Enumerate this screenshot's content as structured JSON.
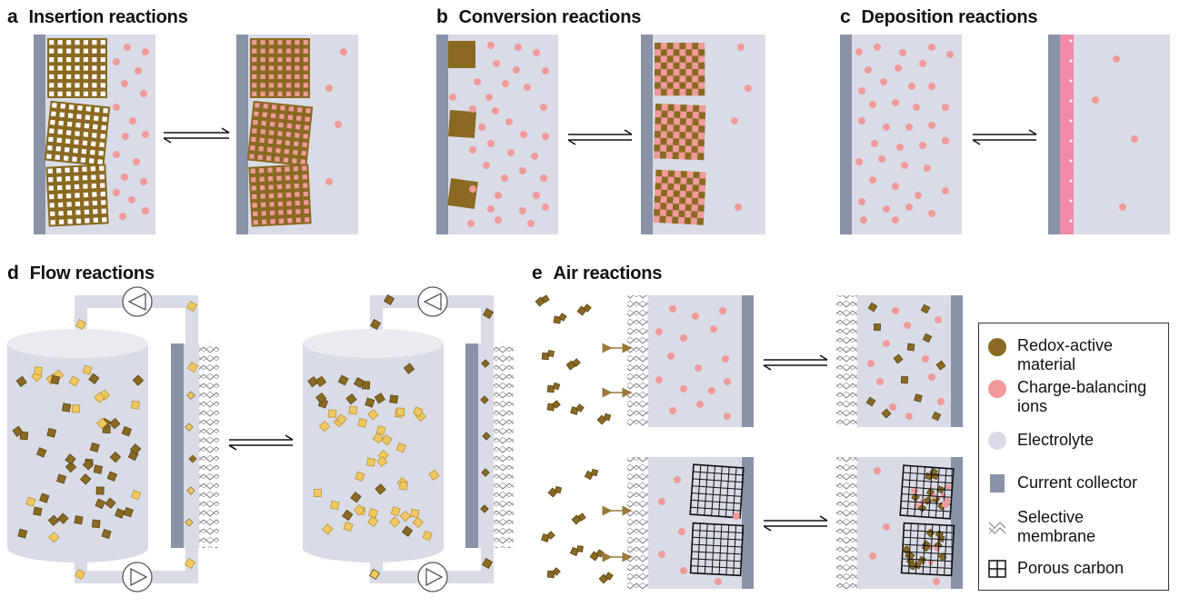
{
  "panels": {
    "a": {
      "letter": "a",
      "title": "Insertion reactions"
    },
    "b": {
      "letter": "b",
      "title": "Conversion reactions"
    },
    "c": {
      "letter": "c",
      "title": "Deposition reactions"
    },
    "d": {
      "letter": "d",
      "title": "Flow reactions"
    },
    "e": {
      "letter": "e",
      "title": "Air reactions"
    }
  },
  "legend": {
    "items": [
      {
        "key": "redox",
        "label": "Redox-active material"
      },
      {
        "key": "ions",
        "label": "Charge-balancing ions"
      },
      {
        "key": "electrolyte",
        "label": "Electrolyte"
      },
      {
        "key": "collector",
        "label": "Current collector"
      },
      {
        "key": "membrane",
        "label": "Selective membrane"
      },
      {
        "key": "carbon",
        "label": "Porous carbon"
      }
    ]
  },
  "colors": {
    "redox": "#8a6a22",
    "redox_dark": "#6b5320",
    "ion": "#f09a9a",
    "electrolyte": "#d9dce6",
    "collector": "#8a92a8",
    "deposit": "#f08aa8",
    "yellow": "#f0c860",
    "arrow": "#9a7a3a"
  }
}
